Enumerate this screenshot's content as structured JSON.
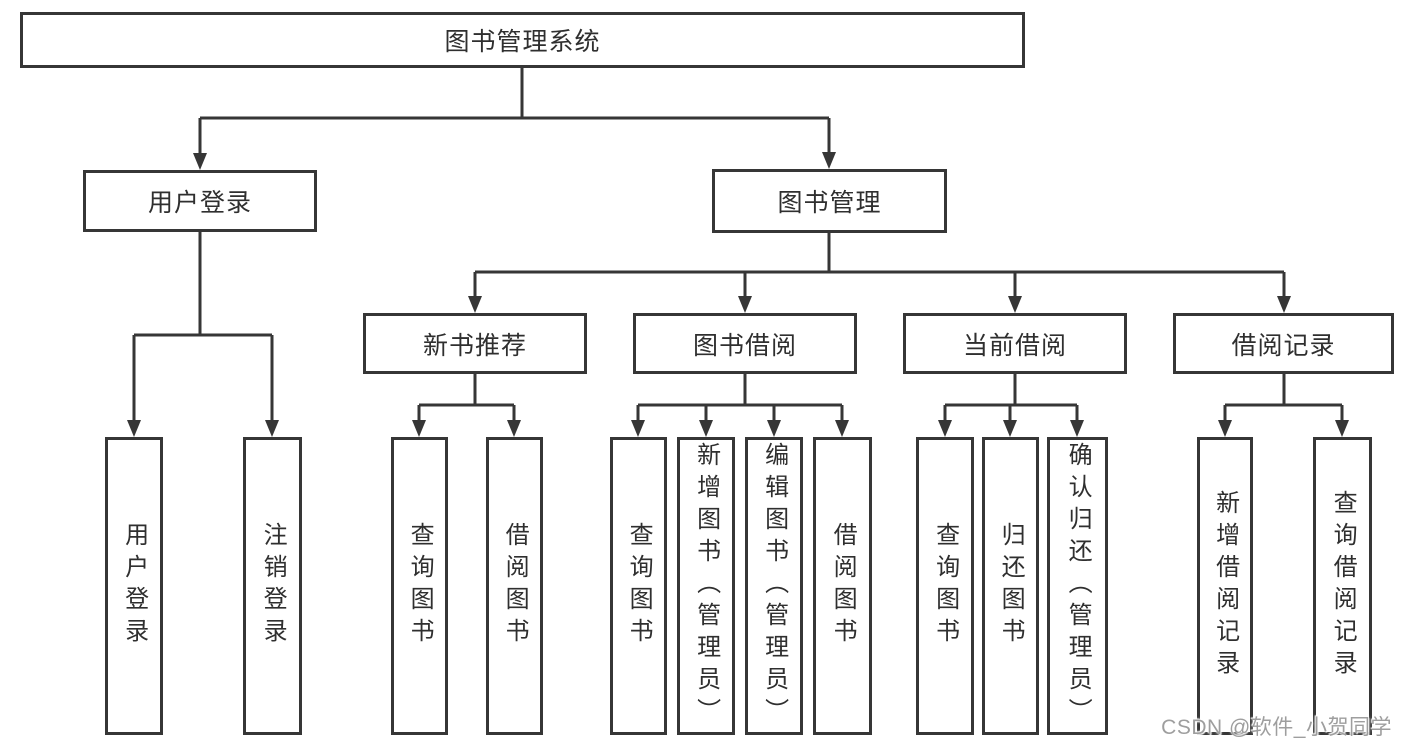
{
  "tree": {
    "label": "图书管理系统",
    "children": [
      {
        "label": "用户登录",
        "children": [
          {
            "label": "用户登录"
          },
          {
            "label": "注销登录"
          }
        ]
      },
      {
        "label": "图书管理",
        "children": [
          {
            "label": "新书推荐",
            "children": [
              {
                "label": "查询图书"
              },
              {
                "label": "借阅图书"
              }
            ]
          },
          {
            "label": "图书借阅",
            "children": [
              {
                "label": "查询图书"
              },
              {
                "label": "新增图书（管理员）"
              },
              {
                "label": "编辑图书（管理员）"
              },
              {
                "label": "借阅图书"
              }
            ]
          },
          {
            "label": "当前借阅",
            "children": [
              {
                "label": "查询图书"
              },
              {
                "label": "归还图书"
              },
              {
                "label": "确认归还（管理员）"
              }
            ]
          },
          {
            "label": "借阅记录",
            "children": [
              {
                "label": "新增借阅记录"
              },
              {
                "label": "查询借阅记录"
              }
            ]
          }
        ]
      }
    ]
  },
  "watermark": {
    "text": "CSDN @软件_小贺同学"
  },
  "colors": {
    "line": "#363636",
    "text": "#2f2f2f",
    "background": "#ffffff",
    "watermark": "#9e9e9e"
  }
}
